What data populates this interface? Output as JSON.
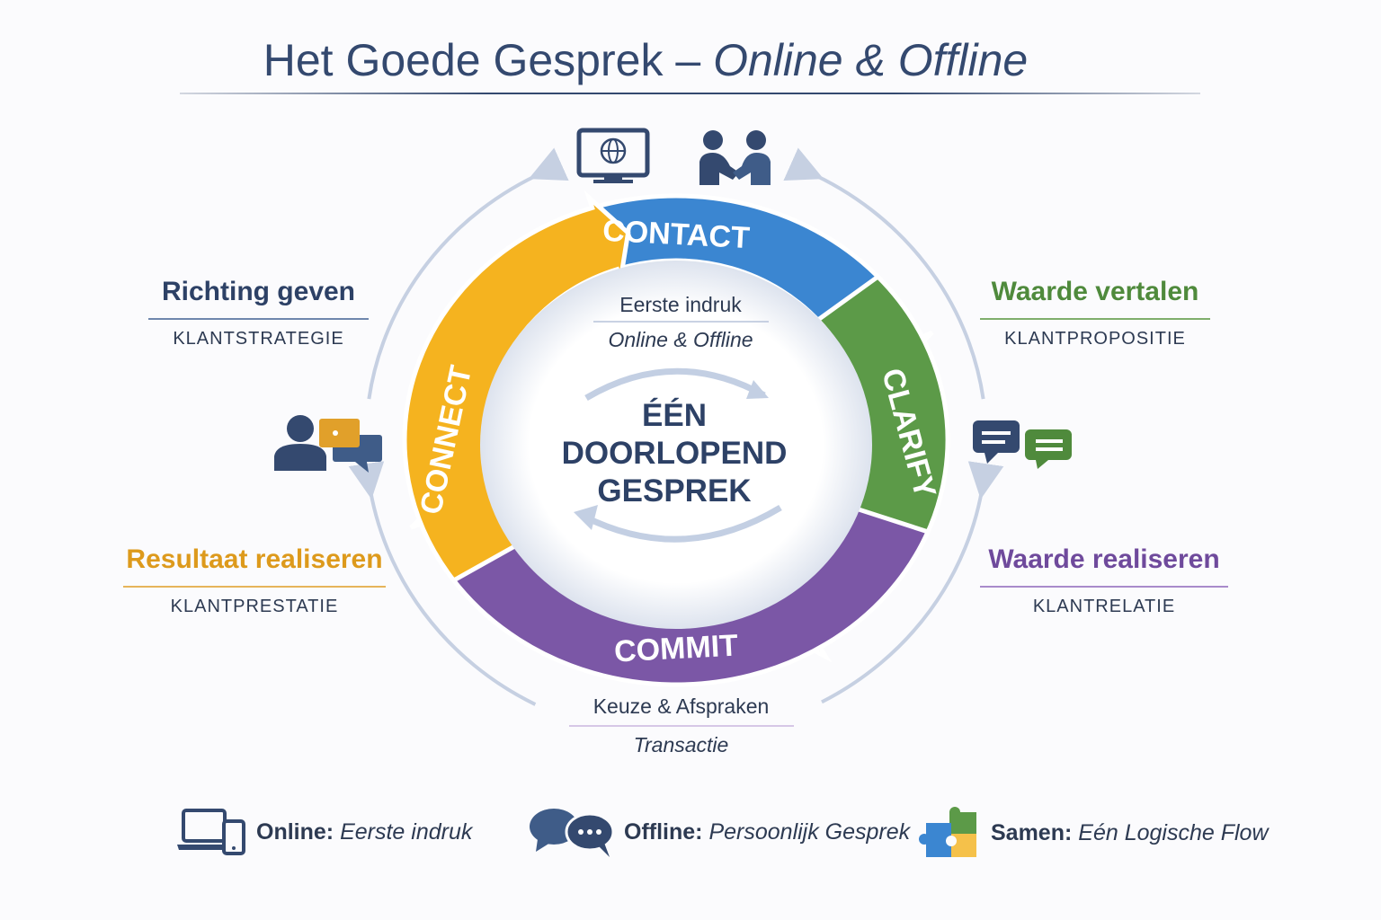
{
  "title": {
    "main": "Het Goede Gesprek –",
    "italic": "Online & Offline"
  },
  "segments": [
    {
      "label": "CONTACT",
      "color": "#3b86d1"
    },
    {
      "label": "CLARIFY",
      "color": "#5c9a48"
    },
    {
      "label": "COMMIT",
      "color": "#7b57a6"
    },
    {
      "label": "CONNECT",
      "color": "#f5b31f"
    }
  ],
  "center": {
    "line1": "ÉÉN",
    "line2": "DOORLOPEND",
    "line3": "GESPREK"
  },
  "top_inner": {
    "line1": "Eerste indruk",
    "line2": "Online & Offline"
  },
  "bottom_inner": {
    "line1": "Keuze & Afspraken",
    "line2": "Transactie"
  },
  "sides": {
    "top_left": {
      "heading": "Richting geven",
      "sub": "KLANTSTRATEGIE",
      "color": "#2d4166"
    },
    "top_right": {
      "heading": "Waarde vertalen",
      "sub": "KLANTPROPOSITIE",
      "color": "#4f8a3c"
    },
    "bottom_left": {
      "heading": "Resultaat realiseren",
      "sub": "KLANTPRESTATIE",
      "color": "#dd9a1c"
    },
    "bottom_right": {
      "heading": "Waarde realiseren",
      "sub": "KLANTRELATIE",
      "color": "#6f4a9c"
    }
  },
  "legend": [
    {
      "bold": "Online:",
      "italic": "Eerste indruk",
      "icon": "devices-icon"
    },
    {
      "bold": "Offline:",
      "italic": "Persoonlijk Gesprek",
      "icon": "chat-bubbles-icon"
    },
    {
      "bold": "Samen:",
      "italic": "Eén Logische Flow",
      "icon": "puzzle-icon"
    }
  ]
}
